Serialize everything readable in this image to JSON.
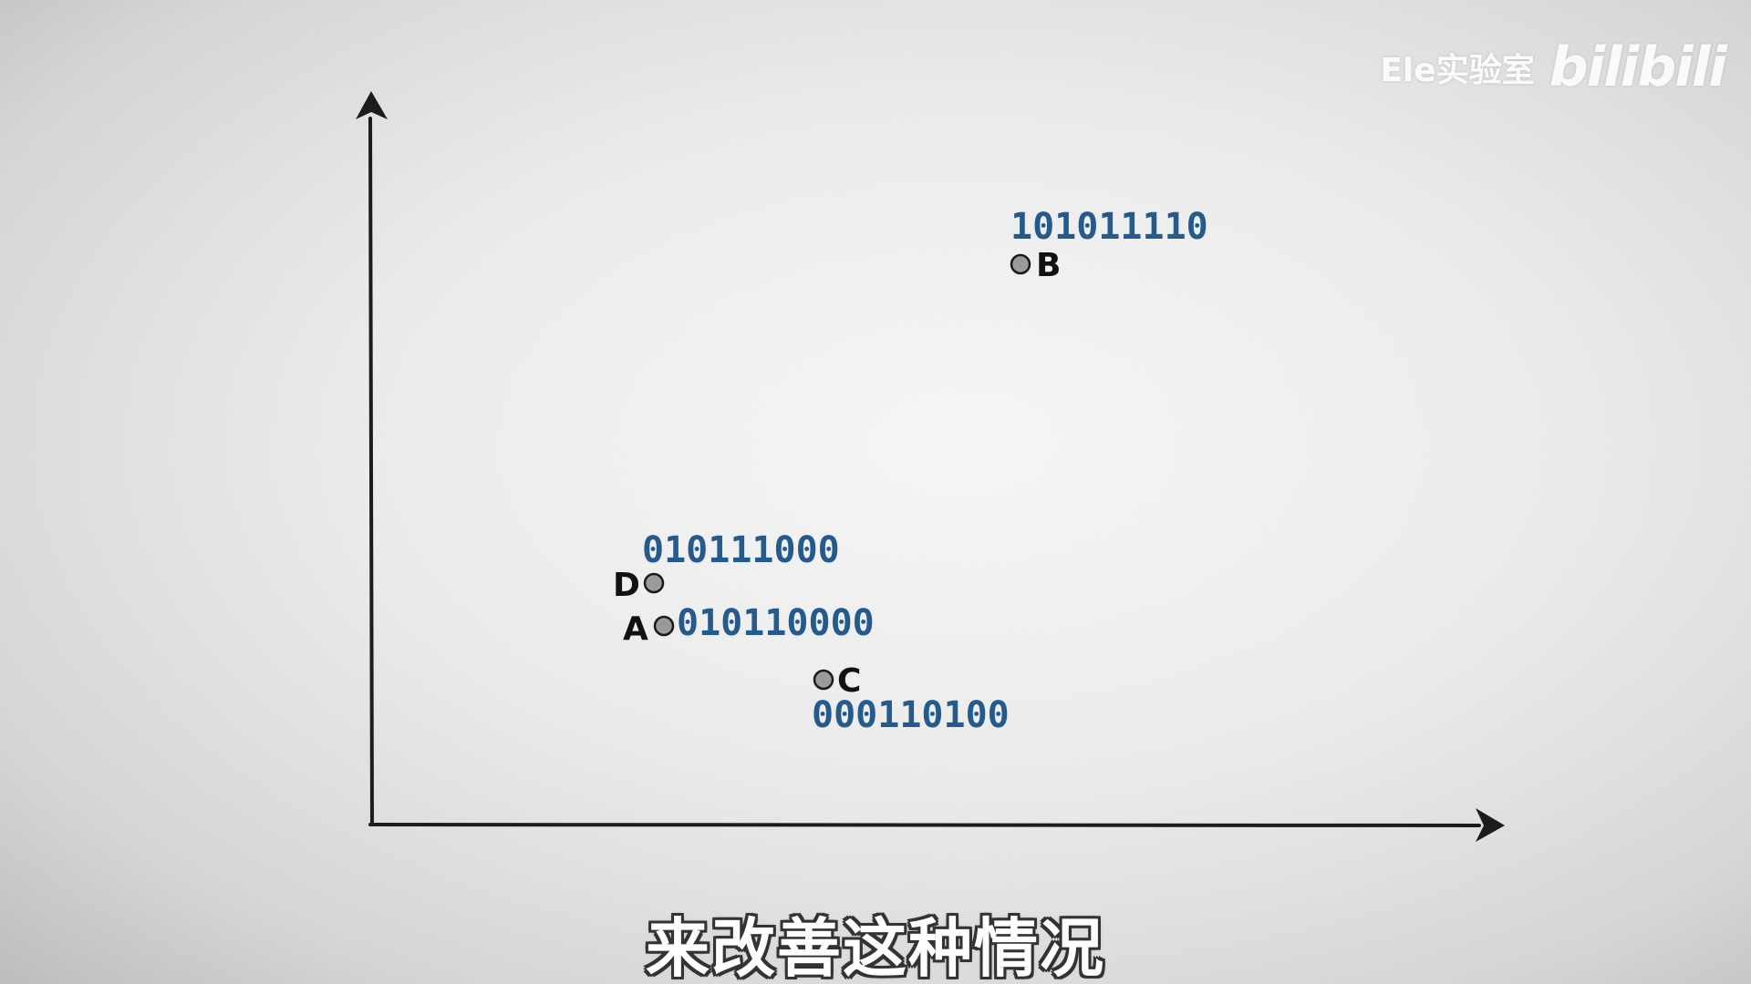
{
  "watermark": {
    "channel": "Ele实验室",
    "logo": "bilibili",
    "logo_icon": "bilibili-logo"
  },
  "subtitle": "来改善这种情况",
  "colors": {
    "axis": "#1c1c1c",
    "point_fill": "#9a9a9a",
    "point_stroke": "#1a1a1a",
    "code_text": "#245a8c",
    "point_label": "#111111"
  },
  "diagram": {
    "points": [
      {
        "id": "A",
        "label": "A",
        "code": "010110000"
      },
      {
        "id": "B",
        "label": "B",
        "code": "101011110"
      },
      {
        "id": "C",
        "label": "C",
        "code": "000110100"
      },
      {
        "id": "D",
        "label": "D",
        "code": "010111000"
      }
    ]
  }
}
